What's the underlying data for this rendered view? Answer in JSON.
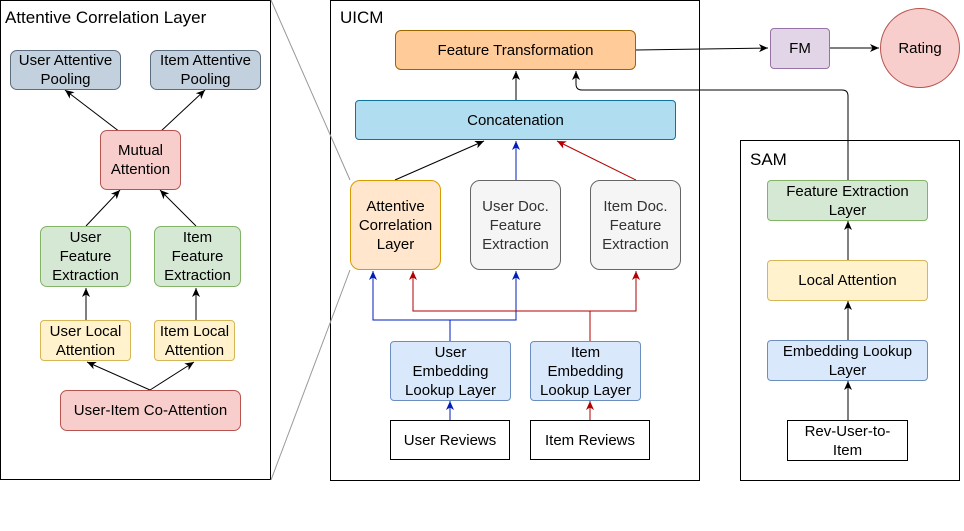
{
  "panels": {
    "acl": "Attentive Correlation Layer",
    "uicm": "UICM",
    "sam": "SAM"
  },
  "acl_nodes": {
    "user_pool": "User Attentive\nPooling",
    "item_pool": "Item Attentive\nPooling",
    "mutual": "Mutual\nAttention",
    "user_feat": "User\nFeature\nExtraction",
    "item_feat": "Item\nFeature\nExtraction",
    "user_local": "User Local\nAttention",
    "item_local": "Item Local\nAttention",
    "co_attention": "User-Item Co-Attention"
  },
  "uicm_nodes": {
    "feature_transformation": "Feature Transformation",
    "concatenation": "Concatenation",
    "attentive_correlation": "Attentive\nCorrelation\nLayer",
    "user_doc": "User Doc.\nFeature\nExtraction",
    "item_doc": "Item Doc.\nFeature\nExtraction",
    "user_embedding": "User\nEmbedding\nLookup Layer",
    "item_embedding": "Item\nEmbedding\nLookup Layer",
    "user_reviews": "User Reviews",
    "item_reviews": "Item Reviews"
  },
  "outputs": {
    "fm": "FM",
    "rating": "Rating"
  },
  "sam_nodes": {
    "feature_extraction": "Feature Extraction\nLayer",
    "local_attention": "Local Attention",
    "embedding_lookup": "Embedding Lookup\nLayer",
    "rev_user_to_item": "Rev-User-to-\nItem"
  },
  "colors": {
    "edge_black": "#000000",
    "edge_blue": "#001dbc",
    "edge_red": "#b20000",
    "edge_gray": "#999999"
  }
}
